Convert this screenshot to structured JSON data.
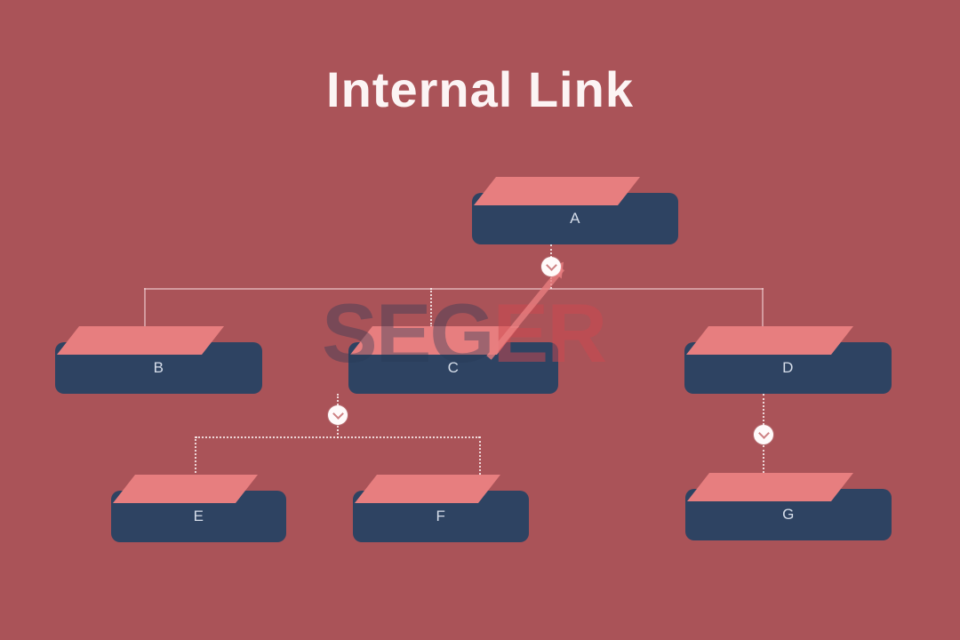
{
  "title": "Internal Link",
  "watermark": {
    "part_dark": "SEG",
    "part_accent": "ER"
  },
  "nodes": [
    {
      "id": "A",
      "label": "A"
    },
    {
      "id": "B",
      "label": "B"
    },
    {
      "id": "C",
      "label": "C"
    },
    {
      "id": "D",
      "label": "D"
    },
    {
      "id": "E",
      "label": "E"
    },
    {
      "id": "F",
      "label": "F"
    },
    {
      "id": "G",
      "label": "G"
    }
  ],
  "tree": {
    "root": "A",
    "children_of_A": [
      "B",
      "C",
      "D"
    ],
    "children_of_C": [
      "E",
      "F"
    ],
    "children_of_D": [
      "G"
    ]
  },
  "icons": {
    "expand_toggle": "chevron-down-icon"
  },
  "colors": {
    "background": "#aa5358",
    "node_front": "#2e4362",
    "node_top": "#e77e7f",
    "node_label": "#d6deea",
    "title_text": "#fcf4f4",
    "connector": "#f4d6d8",
    "expand_circle": "#fffafa",
    "expand_chevron": "#cd8183",
    "watermark_dark": "#283a58",
    "watermark_accent": "#cd484e"
  }
}
